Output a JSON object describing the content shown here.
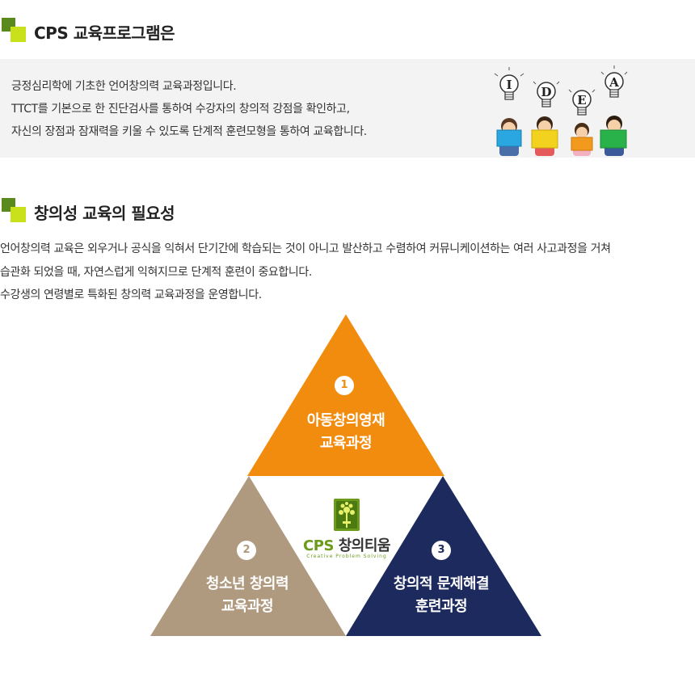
{
  "section1": {
    "title": "CPS 교육프로그램은",
    "lines": [
      "긍정심리학에 기초한 언어창의력 교육과정입니다.",
      "TTCT를 기본으로 한 진단검사를 통하여 수강자의 창의적 강점을 확인하고,",
      "자신의 장점과 잠재력을 키울 수 있도록 단계적 훈련모형을 통하여 교육합니다."
    ],
    "illustration": {
      "letters": [
        "I",
        "D",
        "E",
        "A"
      ],
      "book_colors": [
        "#2aa6e0",
        "#f2d21e",
        "#f29a1e",
        "#2ab24a"
      ]
    }
  },
  "section2": {
    "title": "창의성 교육의 필요성",
    "lines": [
      "언어창의력 교육은 외우거나 공식을 익혀서 단기간에 학습되는 것이 아니고 발산하고 수렴하여 커뮤니케이션하는 여러 사고과정을 거쳐",
      "습관화 되었을 때, 자연스럽게 익혀지므로 단계적 훈련이 중요합니다.",
      "수강생의 연령별로 특화된 창의력 교육과정을 운영합니다."
    ]
  },
  "diagram": {
    "top": {
      "number": "1",
      "line1": "아동창의영재",
      "line2": "교육과정",
      "color": "#f28c0f"
    },
    "left": {
      "number": "2",
      "line1": "청소년 창의력",
      "line2": "교육과정",
      "color": "#b09a7f"
    },
    "right": {
      "number": "3",
      "line1": "창의적 문제해결",
      "line2": "훈련과정",
      "color": "#1c2a5e"
    },
    "logo": {
      "cps": "CPS",
      "korean": "창의티움",
      "subtitle": "Creative Problem Solving",
      "color": "#6c9a1a"
    }
  }
}
